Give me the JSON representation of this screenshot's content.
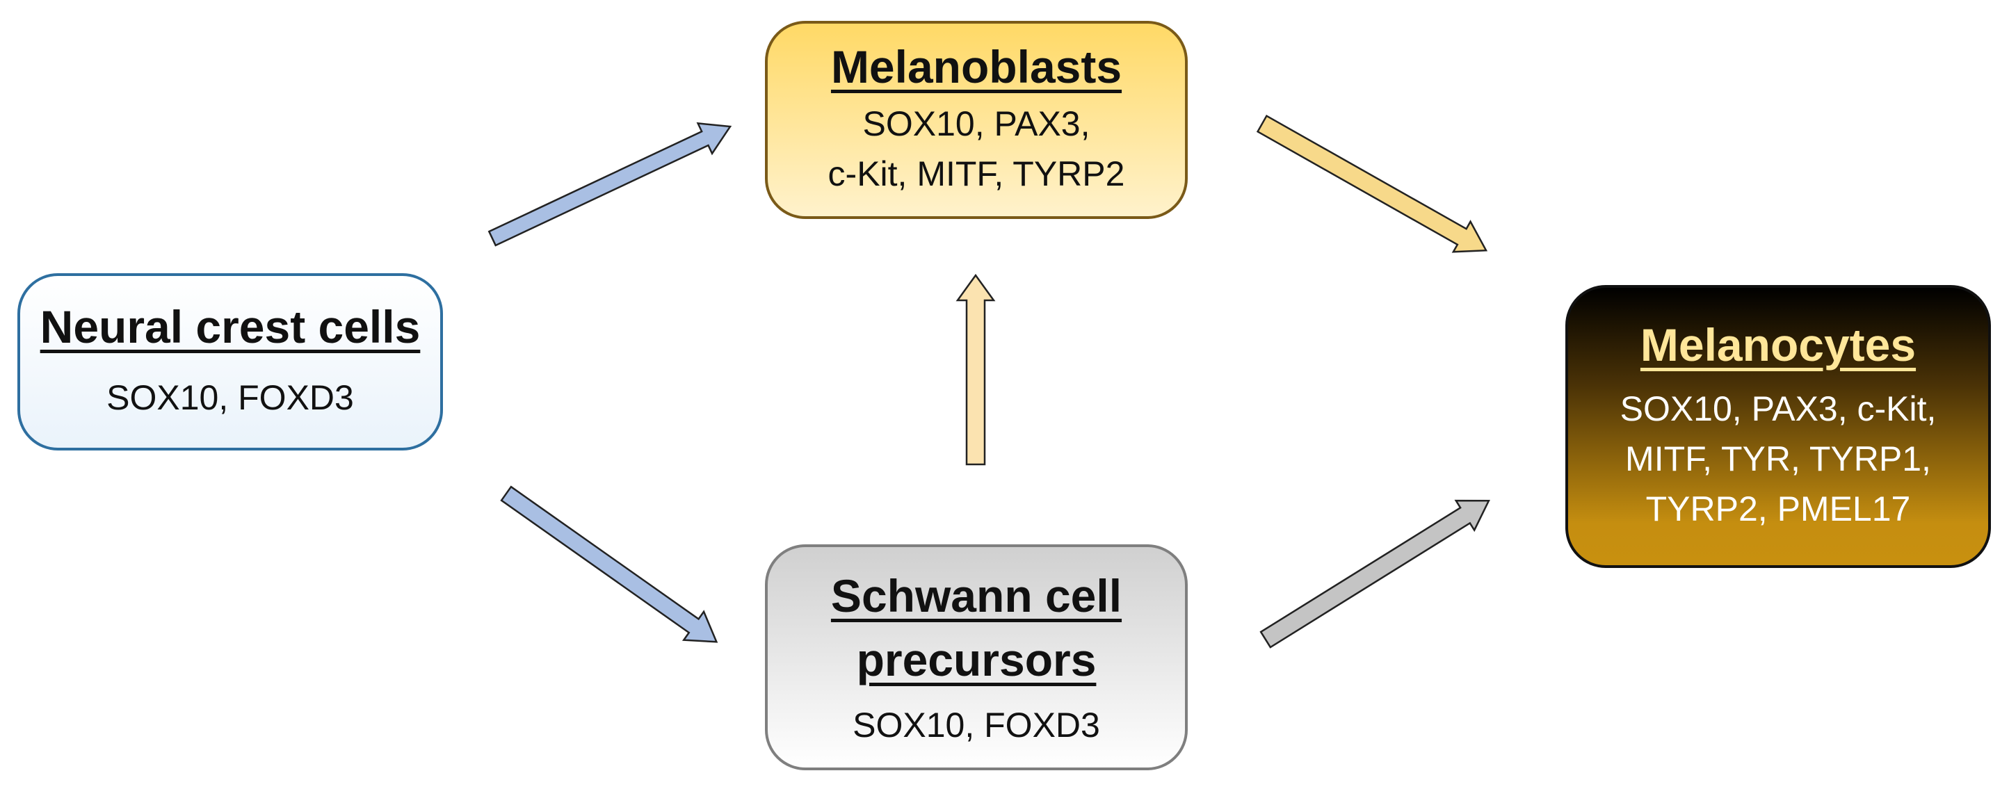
{
  "diagram": {
    "nodes": {
      "neural_crest": {
        "title": "Neural crest cells",
        "markers": "SOX10, FOXD3"
      },
      "melanoblasts": {
        "title": "Melanoblasts",
        "markers": "SOX10, PAX3,\nc-Kit, MITF, TYRP2"
      },
      "schwann_precursors": {
        "title": "Schwann cell\nprecursors",
        "markers": "SOX10, FOXD3"
      },
      "melanocytes": {
        "title": "Melanocytes",
        "markers": "SOX10, PAX3, c-Kit,\nMITF, TYR, TYRP1,\nTYRP2, PMEL17"
      }
    },
    "edges": [
      {
        "from": "neural_crest",
        "to": "melanoblasts"
      },
      {
        "from": "neural_crest",
        "to": "schwann_precursors"
      },
      {
        "from": "schwann_precursors",
        "to": "melanoblasts"
      },
      {
        "from": "melanoblasts",
        "to": "melanocytes"
      },
      {
        "from": "schwann_precursors",
        "to": "melanocytes"
      }
    ],
    "colors": {
      "neural_crest_border": "#2e6fa0",
      "neural_crest_fill": "#eaf3fb",
      "melanoblasts_border": "#7a5a18",
      "melanoblasts_fill": "#ffd966",
      "schwann_border": "#7f7f7f",
      "schwann_fill": "#d0d0d0",
      "melanocytes_fill_top": "#000000",
      "melanocytes_fill_bottom": "#c8900f",
      "melanocytes_title": "#ffe699",
      "arrow_blue": "#a9bfe3",
      "arrow_peach": "#fbe3c2",
      "arrow_gold": "#f2d27a",
      "arrow_grey": "#bdbdbd",
      "arrow_dark": "#111111"
    }
  }
}
